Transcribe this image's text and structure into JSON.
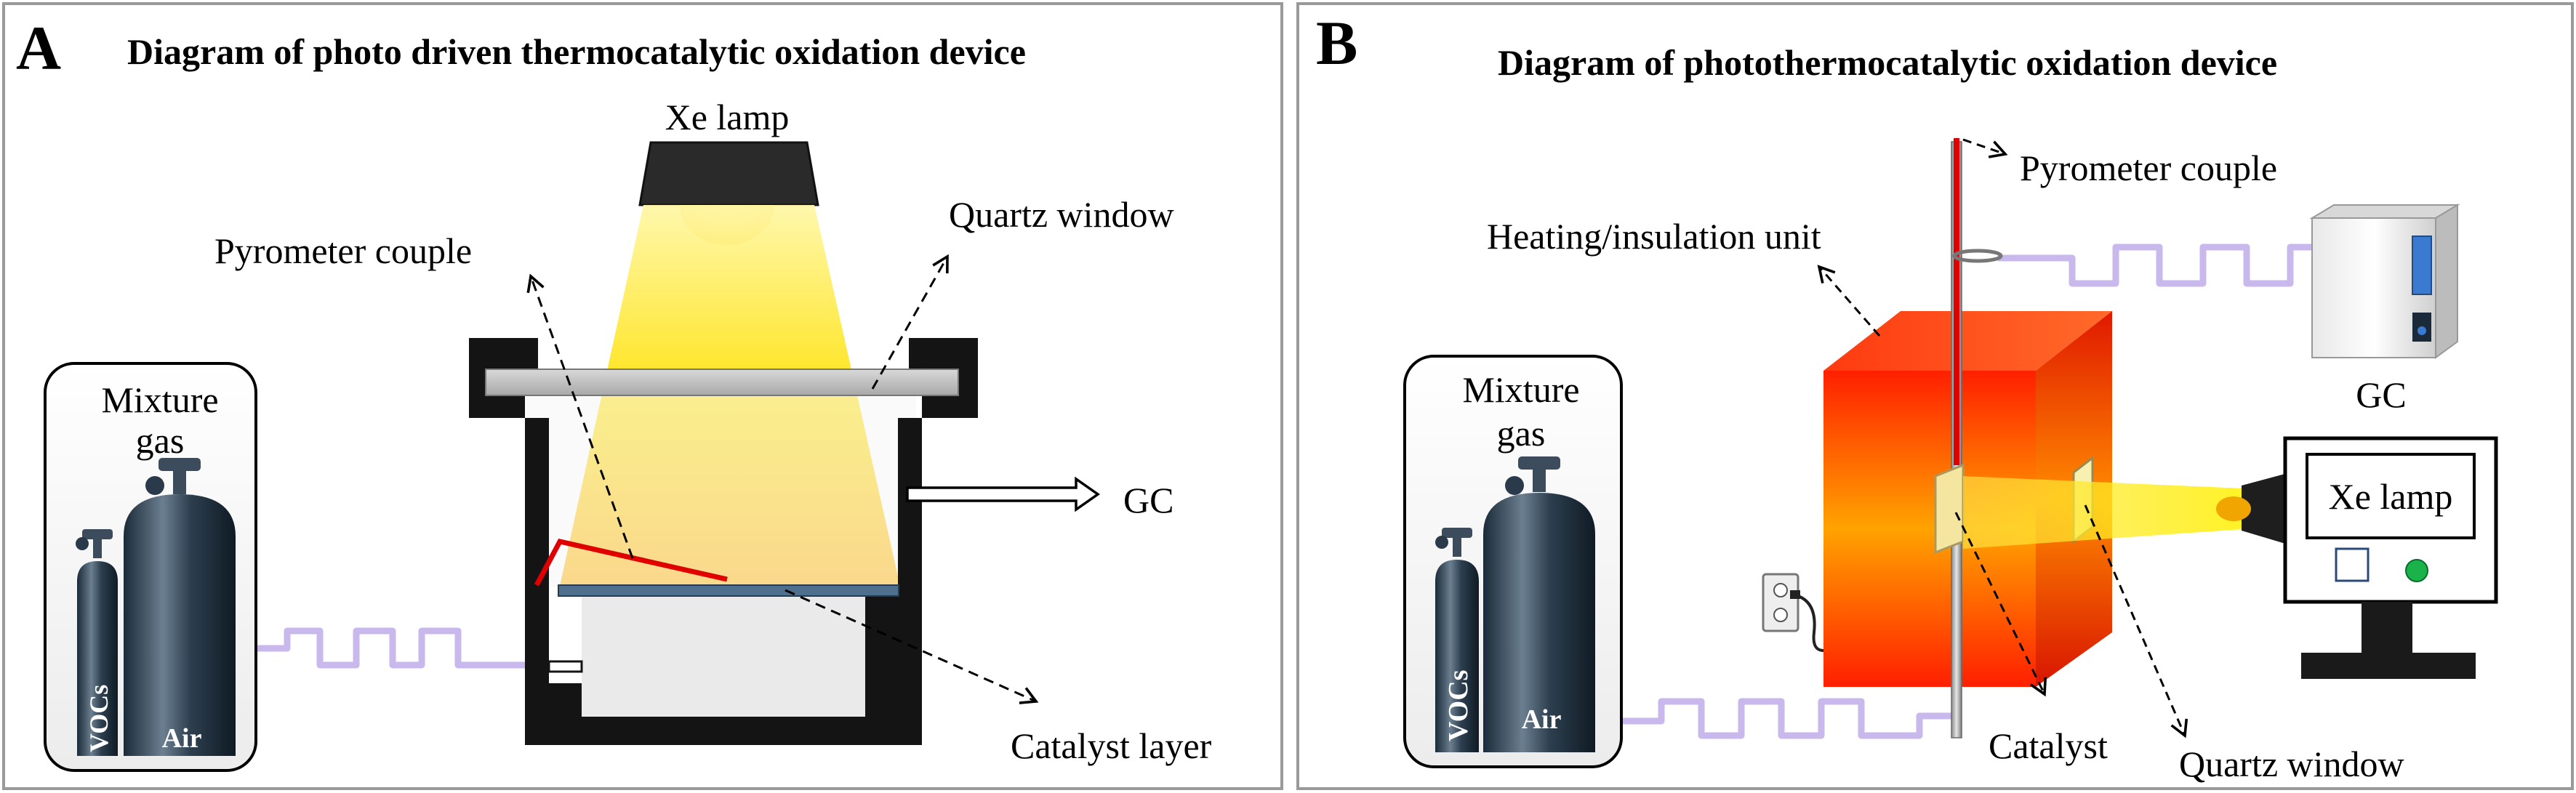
{
  "panel_a": {
    "letter": "A",
    "title": "Diagram of photo driven thermocatalytic oxidation device",
    "lamp_label": "Xe lamp",
    "quartz_label": "Quartz window",
    "pyrometer_label": "Pyrometer couple",
    "gas_box_label_line1": "Mixture",
    "gas_box_label_line2": "gas",
    "tank_small_label": "VOCs",
    "tank_large_label": "Air",
    "outlet_label": "GC",
    "catalyst_label": "Catalyst layer"
  },
  "panel_b": {
    "letter": "B",
    "title": "Diagram of  photothermocatalytic oxidation device",
    "pyrometer_label": "Pyrometer couple",
    "heating_label": "Heating/insulation unit",
    "gc_label": "GC",
    "gas_box_label_line1": "Mixture",
    "gas_box_label_line2": "gas",
    "tank_small_label": "VOCs",
    "tank_large_label": "Air",
    "lamp_label": "Xe lamp",
    "catalyst_label": "Catalyst",
    "quartz_label": "Quartz window"
  },
  "colors": {
    "tube": "#c9b8ec",
    "beam": "#ffd400",
    "heater_hot": "#ff2a00",
    "heater_mid": "#ffa000",
    "thermocouple": "#e00000",
    "catalyst_layer": "#4f6f8f"
  }
}
